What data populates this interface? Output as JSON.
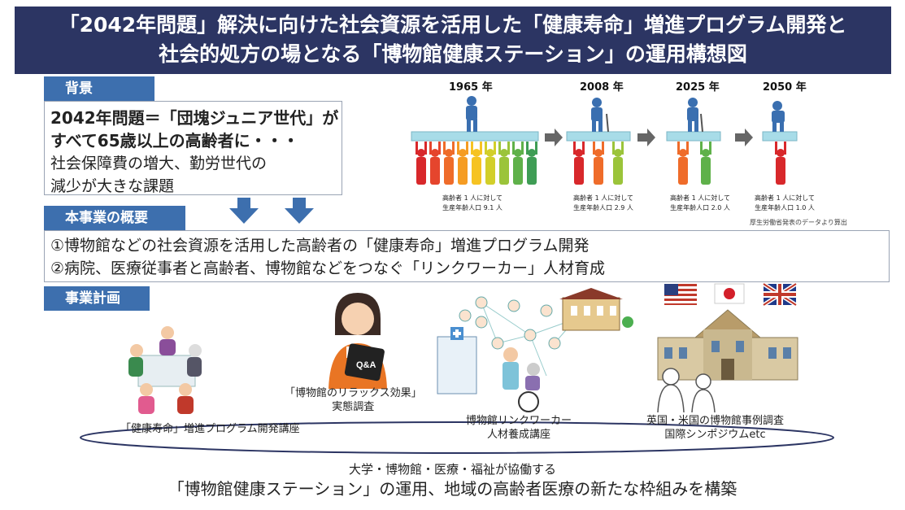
{
  "title": {
    "line1": "「2042年問題」解決に向けた社会資源を活用した「健康寿命」増進プログラム開発と",
    "line2": "社会的処方の場となる「博物館健康ステーション」の運用構想図"
  },
  "background": {
    "label": "背景",
    "line1": "2042年問題＝「団塊ジュニア世代」が",
    "line2": "すべて65歳以上の高齢者に・・・",
    "line3": "社会保障費の増大、勤労世代の",
    "line4": "減少が大きな課題"
  },
  "demographics": {
    "panels": [
      {
        "year": "1965 年",
        "caption1": "高齢者 1 人に対して",
        "caption2": "生産年齢人口 9.1 人"
      },
      {
        "year": "2008 年",
        "caption1": "高齢者 1 人に対して",
        "caption2": "生産年齢人口 2.9 人"
      },
      {
        "year": "2025 年",
        "caption1": "高齢者 1 人に対して",
        "caption2": "生産年齢人口 2.0 人"
      },
      {
        "year": "2050 年",
        "caption1": "高齢者 1 人に対して",
        "caption2": "生産年齢人口 1.0 人"
      }
    ],
    "source": "厚生労働省発表のデータより算出"
  },
  "overview": {
    "label": "本事業の概要",
    "item1": "①博物館などの社会資源を活用した高齢者の「健康寿命」増進プログラム開発",
    "item2": "②病院、医療従事者と高齢者、博物館などをつなぐ「リンクワーカー」人材育成"
  },
  "plan": {
    "label": "事業計画",
    "course": "「健康寿命」増進プログラム開発講座",
    "survey1": "「博物館のリラックス効果」",
    "survey2": "実態調査",
    "linkworker1": "博物館リンクワーカー",
    "linkworker2": "人材養成講座",
    "intl1": "英国・米国の博物館事例調査",
    "intl2": "国際シンポジウムetc",
    "qa": "Q&A"
  },
  "bottom": {
    "line1": "大学・博物館・医療・福祉が協働する",
    "line2": "「博物館健康ステーション」の運用、地域の高齢者医療の新たな枠組みを構築"
  },
  "colors": {
    "title_bg": "#2c3563",
    "label_bg": "#3d6fae",
    "arrow": "#3d6fae",
    "ellipse": "#2c3563"
  }
}
